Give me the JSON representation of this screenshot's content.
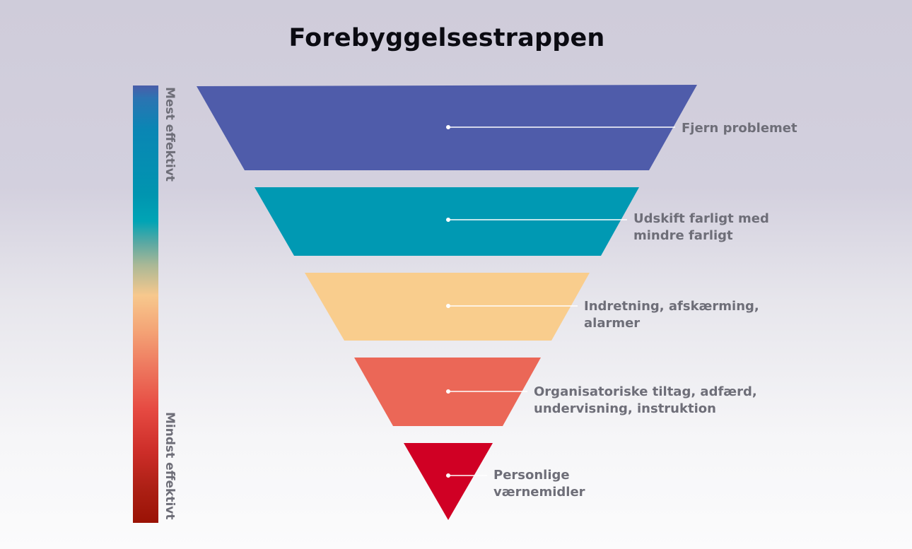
{
  "title": "Forebyggelsestrappen",
  "scale": {
    "top_label": "Mest effektivt",
    "bottom_label": "Mindst effektivt"
  },
  "steps": [
    {
      "lines": [
        "Fjern problemet"
      ],
      "color": "#4f5caa"
    },
    {
      "lines": [
        "Udskift farligt med",
        "mindre farligt"
      ],
      "color": "#0099b3"
    },
    {
      "lines": [
        "Indretning, afskærming,",
        "alarmer"
      ],
      "color": "#f9cd8d"
    },
    {
      "lines": [
        "Organisatoriske tiltag, adfærd,",
        "undervisning, instruktion"
      ],
      "color": "#eb6757"
    },
    {
      "lines": [
        "Personlige",
        "værnemidler"
      ],
      "color": "#d00024"
    }
  ],
  "colors": {
    "title": "#0b0b12",
    "label_text": "#6e6e78",
    "connector": "#ffffff"
  }
}
